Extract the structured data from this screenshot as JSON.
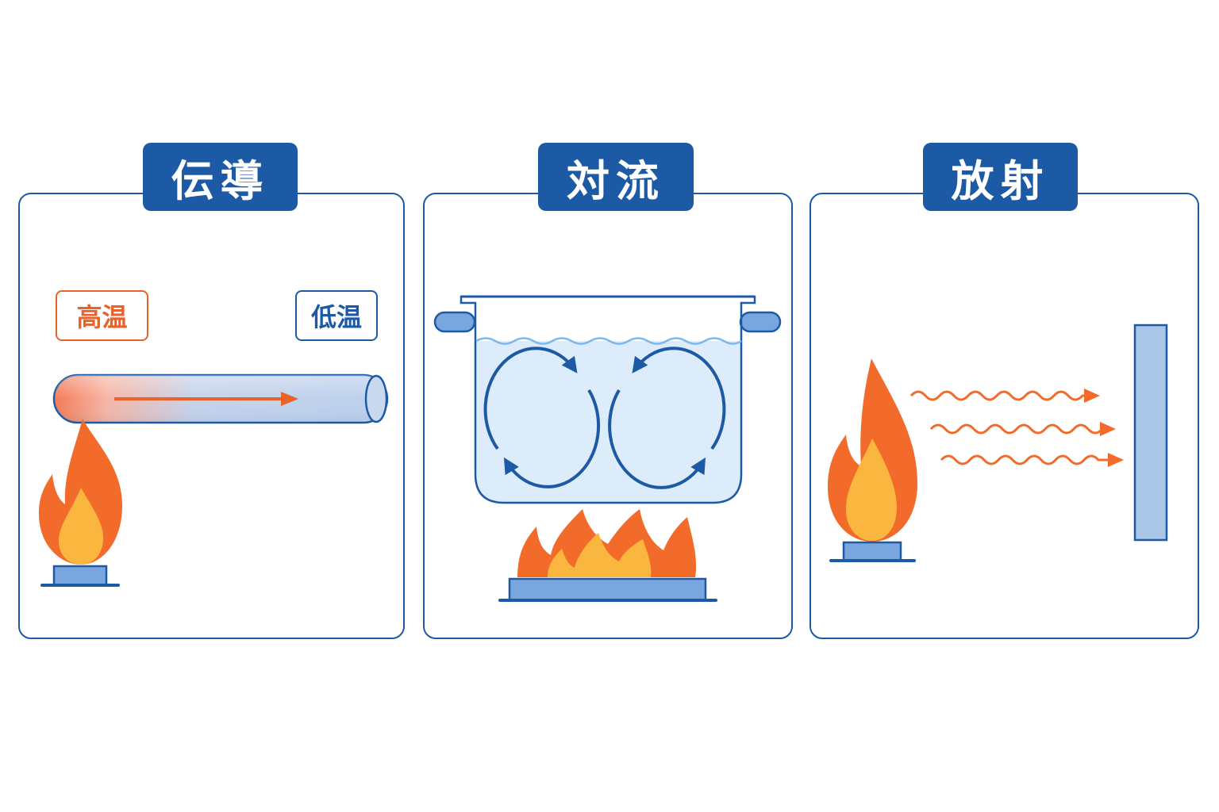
{
  "panels": [
    {
      "title": "伝導"
    },
    {
      "title": "対流"
    },
    {
      "title": "放射"
    }
  ],
  "conduction": {
    "hot_label": "高温",
    "cold_label": "低温",
    "icons": [
      "flame-icon",
      "burner-icon",
      "metal-rod",
      "heat-flow-arrow"
    ]
  },
  "convection": {
    "icons": [
      "pot-icon",
      "water-surface",
      "convection-loop-arrow",
      "gas-stove-icon",
      "flame-icon"
    ]
  },
  "radiation": {
    "icons": [
      "flame-icon",
      "burner-icon",
      "radiation-wave-arrow",
      "target-plate"
    ]
  },
  "colors": {
    "blue": "#1d5aa6",
    "orange": "#f26b2a",
    "yellow": "#fbb63f",
    "light_blue": "#dcecfa",
    "plate_blue": "#a9c6e8"
  }
}
